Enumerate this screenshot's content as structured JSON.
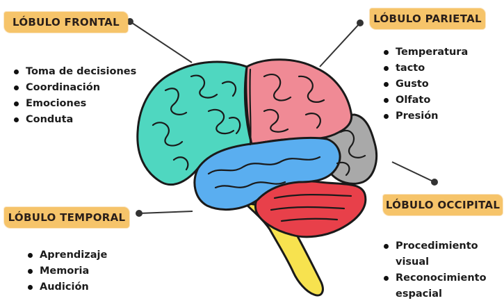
{
  "lobes": {
    "frontal": {
      "title": "LÓBULO FRONTAL",
      "color": "#4fd7c0",
      "items": [
        "Toma de decisiones",
        "Coordinación",
        "Emociones",
        "Conduta"
      ]
    },
    "parietal": {
      "title": "LÓBULO PARIETAL",
      "color": "#f08a95",
      "items": [
        "Temperatura",
        "tacto",
        "Gusto",
        "Olfato",
        "Presión"
      ]
    },
    "temporal": {
      "title": "LÓBULO TEMPORAL",
      "color": "#5aaef0",
      "items": [
        "Aprendizaje",
        "Memoria",
        "Audición"
      ]
    },
    "occipital": {
      "title": "LÓBULO OCCIPITAL",
      "color": "#a9a9a9",
      "items": [
        "Procedimiento visual",
        "Reconocimiento espacial"
      ]
    }
  },
  "structures": {
    "cerebellum_color": "#e8404a",
    "brainstem_color": "#f7e24f"
  },
  "colors": {
    "banner": "#f6c46a",
    "outline": "#1a1a1a"
  }
}
